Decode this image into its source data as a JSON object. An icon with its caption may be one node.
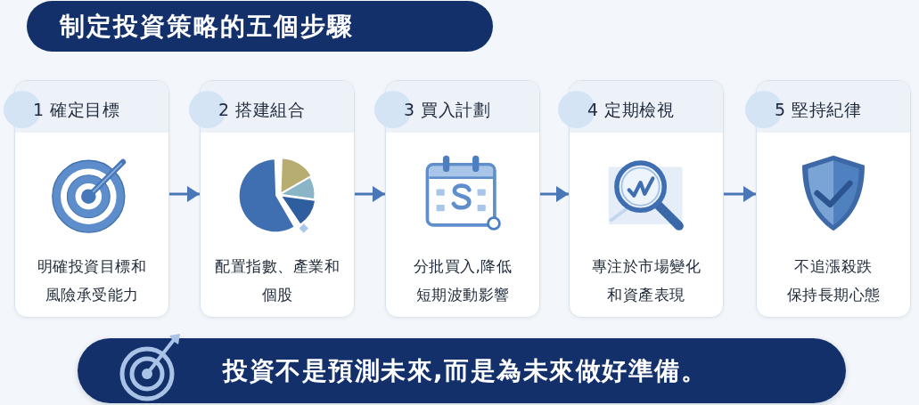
{
  "diagram": {
    "title": "制定投資策略的五個步驟",
    "nodes": [
      {
        "text": [
          "1 確定目標",
          "明確投資目標和風險承受能力"
        ]
      },
      {
        "text": [
          "2 搭建組合",
          "配置指數、產業和個股"
        ]
      },
      {
        "text": [
          "3 買入計劃",
          "分批買入,降低短期波動影響"
        ]
      },
      {
        "text": [
          "4 定期檢視",
          "專注於市場變化和資產表現"
        ]
      },
      {
        "text": [
          "5 堅持紀律",
          "不追漲殺跌",
          "保持長期心態"
        ]
      },
      {
        "text": [
          "投資不是預測未來,而是為未來做好準備。"
        ]
      }
    ],
    "edges": [
      {
        "from": 0,
        "to": 1,
        "arrow": "to"
      },
      {
        "from": 1,
        "to": 2,
        "arrow": "to"
      },
      {
        "from": 2,
        "to": 3,
        "arrow": "to"
      },
      {
        "from": 3,
        "to": 4,
        "arrow": "to"
      }
    ]
  }
}
